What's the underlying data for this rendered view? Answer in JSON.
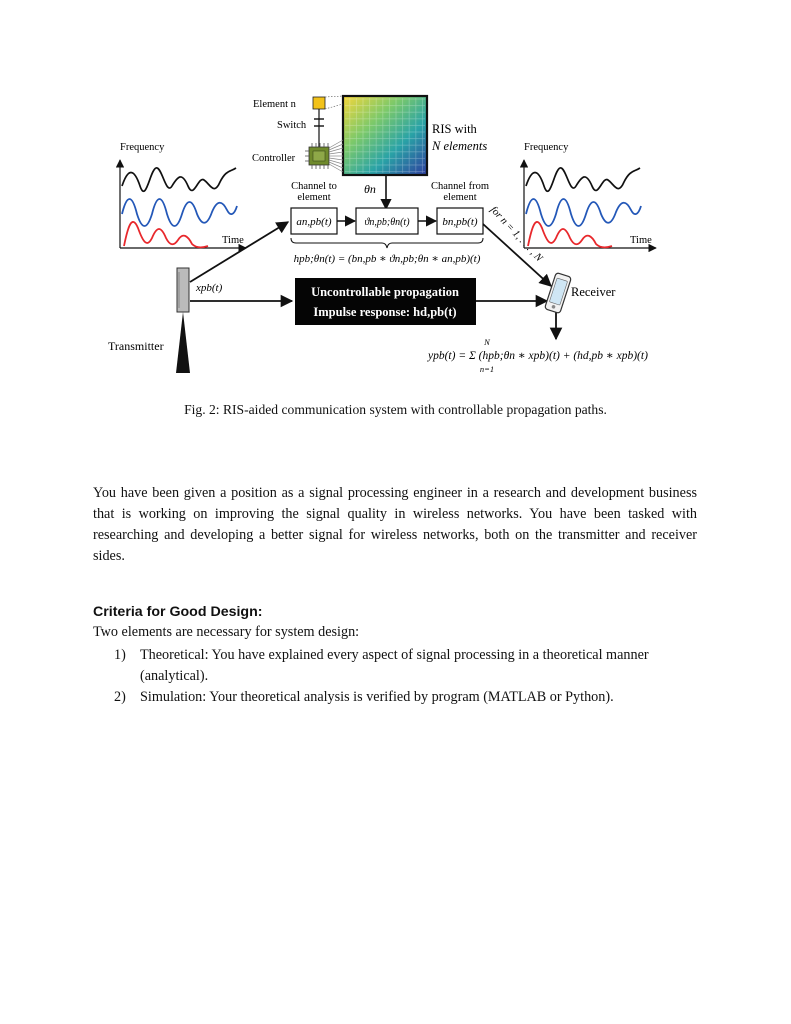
{
  "figure": {
    "left_panel": {
      "ylabel": "Frequency",
      "xlabel": "Time"
    },
    "right_panel": {
      "ylabel": "Frequency",
      "xlabel": "Time"
    },
    "element_label": "Element n",
    "switch_label": "Switch",
    "controller_label": "Controller",
    "ris_label_line1": "RIS with",
    "ris_label_line2": "N elements",
    "channel_to_line1": "Channel to",
    "channel_to_line2": "element",
    "channel_from_line1": "Channel from",
    "channel_from_line2": "element",
    "theta_label": "θn",
    "box_a": "an,pb(t)",
    "box_theta": "ϑn,pb;θn(t)",
    "box_b": "bn,pb(t)",
    "brace_eq": "hpb;θn(t) = (bn,pb ∗ ϑn,pb;θn ∗ an,pb)(t)",
    "for_label": "for n = 1, . . . , N",
    "tx_signal": "xpb(t)",
    "transmitter_label": "Transmitter",
    "uncontrollable_line1": "Uncontrollable propagation",
    "uncontrollable_line2": "Impulse response: hd,pb(t)",
    "receiver_label": "Receiver",
    "output_eq": "ypb(t) = Σ (hpb;θn ∗ xpb)(t) + (hd,pb ∗ xpb)(t)",
    "sum_upper": "N",
    "sum_lower": "n=1",
    "colors": {
      "red": "#e8282c",
      "blue": "#2458b8",
      "black": "#111111",
      "element_yellow": "#f2c21a",
      "chip_green": "#6f8a2c"
    }
  },
  "caption": "Fig. 2: RIS-aided communication system with controllable propagation paths.",
  "paragraph": "You have been given a position as a signal processing engineer in a research and development business that is working on improving the signal quality in wireless networks. You have been tasked with researching and developing a better signal for wireless networks, both on the transmitter and receiver sides.",
  "criteria": {
    "heading": "Criteria for Good Design:",
    "intro": "Two elements are necessary for system design:",
    "items": [
      {
        "num": "1)",
        "text": "Theoretical: You have explained every aspect of signal processing in a theoretical manner (analytical)."
      },
      {
        "num": "2)",
        "text": "Simulation: Your theoretical analysis is verified by program (MATLAB or Python)."
      }
    ]
  }
}
